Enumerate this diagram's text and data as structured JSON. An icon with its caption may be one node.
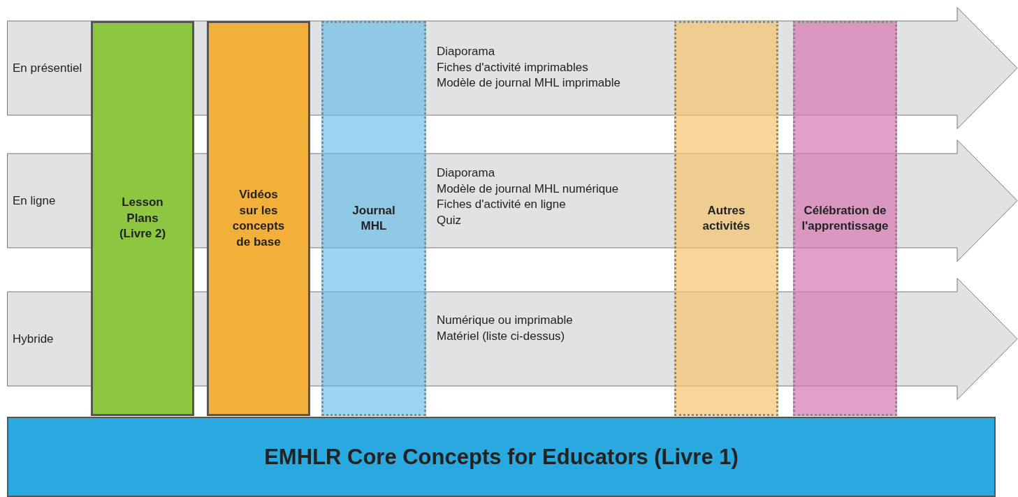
{
  "diagram": {
    "nodes": [
      {
        "text": [
          "En présentiel",
          "Diaporama",
          "Fiches d'activité imprimables",
          "Modèle de journal MHL imprimable"
        ]
      },
      {
        "text": [
          "En ligne",
          "Diaporama",
          "Modèle de journal MHL numérique",
          "Fiches d'activité en ligne",
          "Quiz"
        ]
      },
      {
        "text": [
          "Hybride",
          "Numérique ou imprimable",
          "Matériel (liste ci-dessus)"
        ]
      },
      {
        "text": [
          "Lesson Plans (Livre 2)"
        ]
      },
      {
        "text": [
          "Vidéos sur les concepts de base"
        ]
      },
      {
        "text": [
          "Journal MHL"
        ]
      },
      {
        "text": [
          "Autres activités"
        ]
      },
      {
        "text": [
          "Célébration de l'apprentissage"
        ]
      },
      {
        "text": [
          "EMHLR Core Concepts for Educators (Livre 1)"
        ]
      }
    ]
  }
}
